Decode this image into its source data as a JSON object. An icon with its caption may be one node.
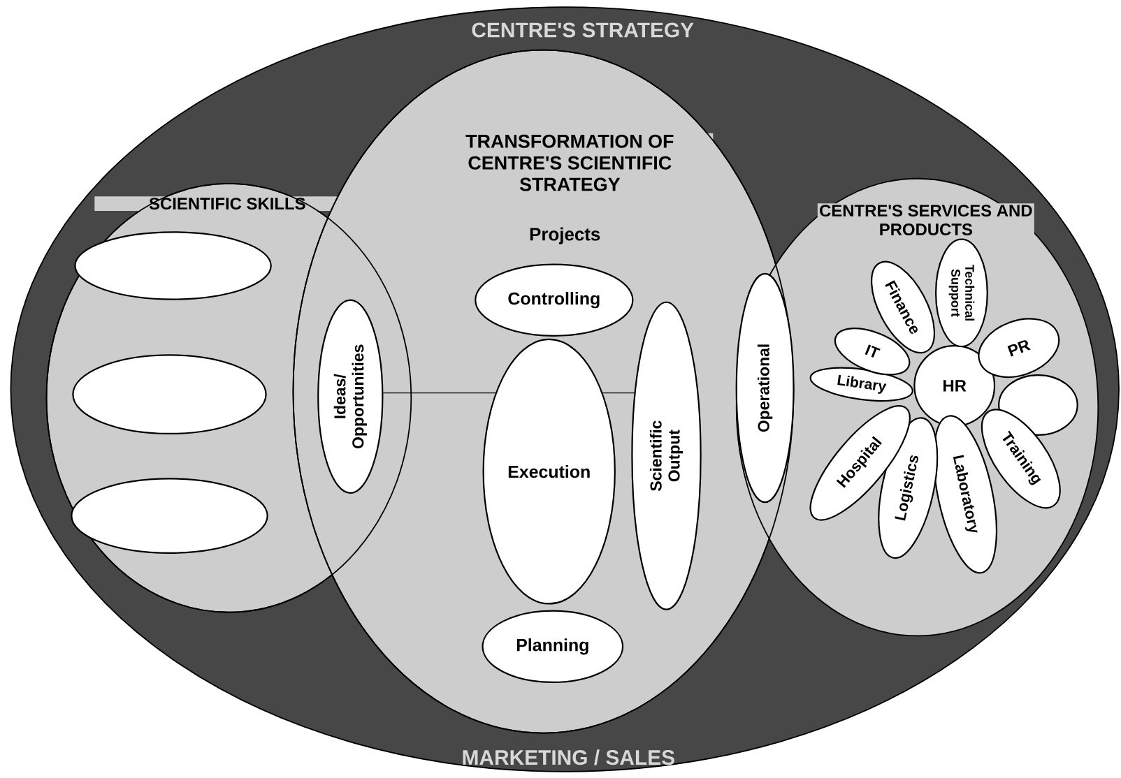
{
  "diagram": {
    "nodes": [
      {
        "text": [
          "CENTRE'S STRATEGY",
          "MARKETING / SALES"
        ]
      },
      {
        "text": [
          "SCIENTIFIC SKILLS"
        ],
        "in": 0
      },
      {
        "text": [],
        "shape": "ellipse",
        "in": 1
      },
      {
        "text": [],
        "shape": "ellipse",
        "in": 1
      },
      {
        "text": [],
        "shape": "ellipse",
        "in": 1
      },
      {
        "text": [
          "TRANSFORMATION OF CENTRE'S SCIENTIFIC STRATEGY",
          "Projects"
        ],
        "in": 0
      },
      {
        "text": [
          "Ideas/ Opportunities"
        ]
      },
      {
        "text": [
          "Controlling"
        ],
        "in": 5
      },
      {
        "text": [
          "Execution"
        ],
        "in": 5
      },
      {
        "text": [
          "Scientific Output"
        ],
        "in": 5
      },
      {
        "text": [
          "Planning"
        ],
        "in": 5
      },
      {
        "text": [
          "Operational"
        ]
      },
      {
        "text": [
          "CENTRE'S SERVICES AND PRODUCTS"
        ],
        "in": 0
      },
      {
        "text": [
          "HR"
        ],
        "in": 12
      },
      {
        "text": [
          "Finance"
        ],
        "in": 12
      },
      {
        "text": [
          "Technical Support"
        ],
        "in": 12
      },
      {
        "text": [
          "PR"
        ],
        "in": 12
      },
      {
        "text": [],
        "shape": "ellipse",
        "in": 12
      },
      {
        "text": [
          "Training"
        ],
        "in": 12
      },
      {
        "text": [
          "Laboratory"
        ],
        "in": 12
      },
      {
        "text": [
          "Logistics"
        ],
        "in": 12
      },
      {
        "text": [
          "Hospital"
        ],
        "in": 12
      },
      {
        "text": [
          "Library"
        ],
        "in": 12
      },
      {
        "text": [
          "IT"
        ],
        "in": 12
      }
    ],
    "edges": [
      {
        "from": 6,
        "to": 8,
        "arrow": "none"
      },
      {
        "from": 8,
        "to": 9,
        "arrow": "none"
      }
    ]
  }
}
